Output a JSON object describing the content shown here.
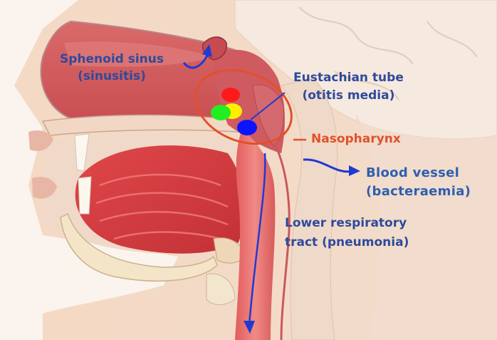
{
  "labels": {
    "sphenoid": {
      "line1": "Sphenoid sinus",
      "line2": "(sinusitis)"
    },
    "eustachian": {
      "line1": "Eustachian tube",
      "line2": "(otitis media)"
    },
    "nasopharynx": "Nasopharynx",
    "blood": {
      "line1": "Blood vessel",
      "line2": "(bacteraemia)"
    },
    "lower": {
      "line1": "Lower respiratory",
      "line2": "tract (pneumonia)"
    }
  },
  "colors": {
    "label_blue": "#2e4a9c",
    "label_orange": "#e0512a",
    "arrow_blue": "#1f3ad1",
    "dot_red": "#ff1a1a",
    "dot_yellow": "#ffee00",
    "dot_green": "#22ee22",
    "dot_blue": "#0a14ff"
  }
}
